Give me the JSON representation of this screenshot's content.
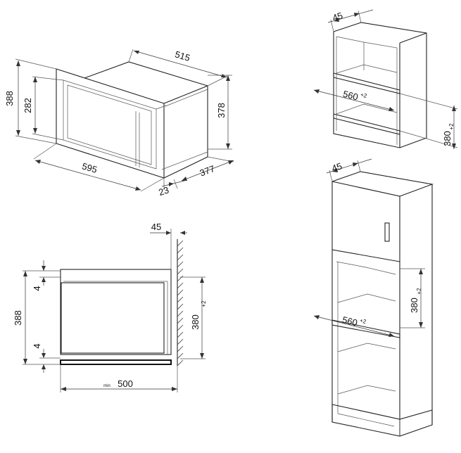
{
  "top_view": {
    "height_total": "388",
    "height_inner": "282",
    "depth": "515",
    "depth_height": "378",
    "width": "595",
    "frame_depth": "23",
    "body_depth": "377"
  },
  "side_section": {
    "top_offset": "45",
    "gap_top": "4",
    "gap_bottom": "4",
    "height": "388",
    "niche_height": "380",
    "niche_height_tol": "+2",
    "min_label": "min",
    "depth": "500"
  },
  "wall_cabinet": {
    "top_depth": "45",
    "niche_width": "560",
    "niche_width_tol": "+2",
    "niche_height": "380",
    "niche_height_tol": "+2"
  },
  "tall_cabinet": {
    "top_depth": "45",
    "niche_width": "560",
    "niche_width_tol": "+2",
    "niche_height": "380",
    "niche_height_tol": "+2"
  }
}
